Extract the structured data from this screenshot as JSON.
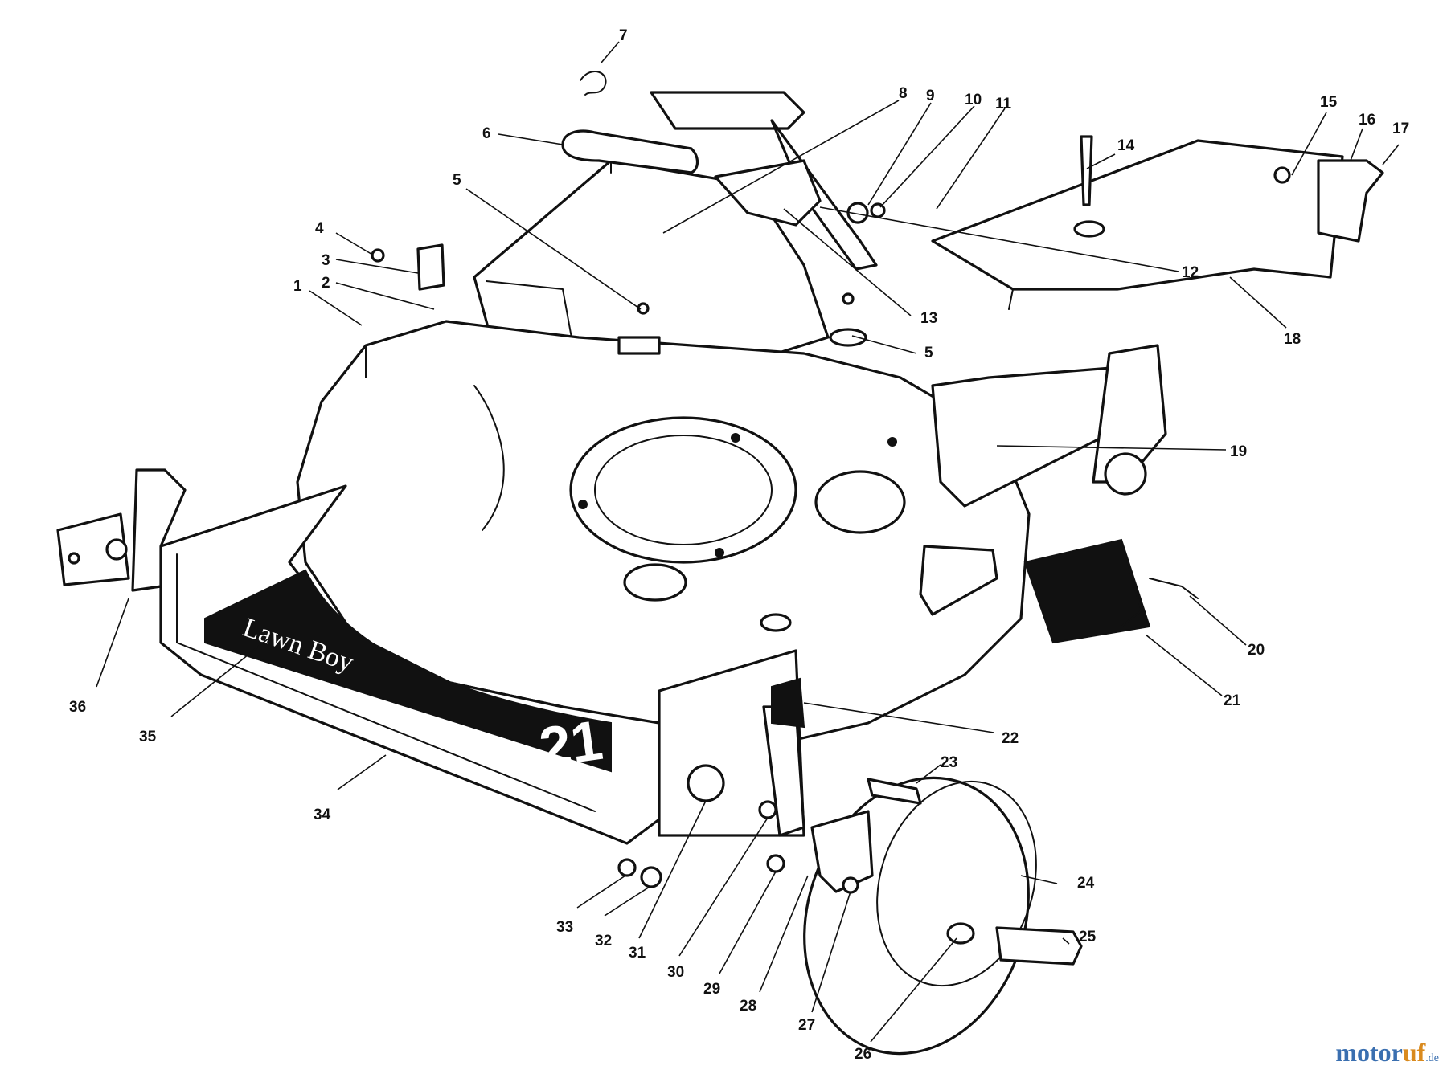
{
  "diagram": {
    "callouts": [
      "1",
      "2",
      "3",
      "4",
      "5",
      "5",
      "6",
      "7",
      "8",
      "9",
      "10",
      "11",
      "12",
      "13",
      "14",
      "15",
      "16",
      "17",
      "18",
      "19",
      "20",
      "21",
      "22",
      "23",
      "24",
      "25",
      "26",
      "27",
      "28",
      "29",
      "30",
      "31",
      "32",
      "33",
      "34",
      "35",
      "36"
    ],
    "decal": {
      "text": "Lawn Boy",
      "number": "21"
    }
  },
  "watermark": {
    "name_a": "motor",
    "name_b": "uf",
    "suffix": ".de"
  }
}
